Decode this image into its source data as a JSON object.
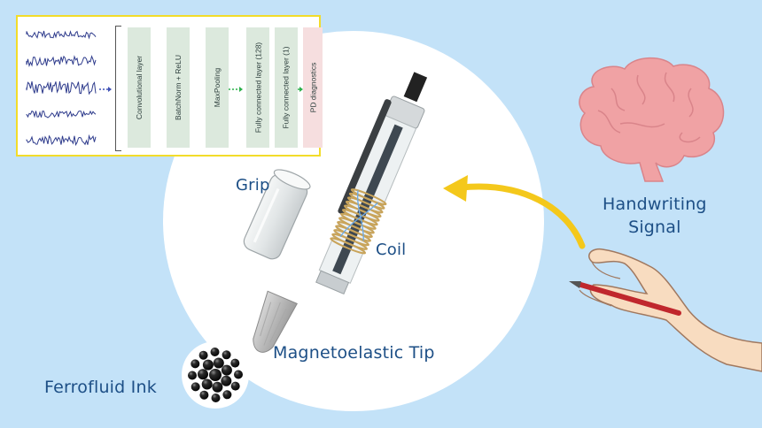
{
  "labels": {
    "grip": "Grip",
    "coil": "Coil",
    "tip": "Magnetoelastic Tip",
    "ink": "Ferrofluid Ink",
    "signal_line1": "Handwriting",
    "signal_line2": "Signal"
  },
  "network": {
    "layers": [
      "Convolutional layer",
      "BatchNorm + ReLU",
      "MaxPooling",
      "Fully connected layer (128)",
      "Fully connected layer (1)",
      "PD diagnostics"
    ],
    "signal_count": 5,
    "ellipsis": "···"
  },
  "colors": {
    "background": "#c3e2f8",
    "circle": "#ffffff",
    "label_text": "#1d4f86",
    "arrow": "#f4c81b",
    "panel_border": "#f2dc2a",
    "layer_green": "#dce9dd",
    "layer_pink": "#f6dedf",
    "signal_wave": "#2e3b8c",
    "brain": "#f0a2a4",
    "pen_body": "#e6ecee",
    "pen_clip": "#3b3f42",
    "coil": "#c9a45a",
    "tip": "#bfbfbf",
    "ferrofluid": "#101010",
    "hand_skin": "#f8dcc0",
    "red_pen": "#c0272d"
  },
  "icons": [
    "brain-icon",
    "writing-hand-icon",
    "pen-icon",
    "ferrofluid-icon",
    "grip-sleeve-icon"
  ]
}
